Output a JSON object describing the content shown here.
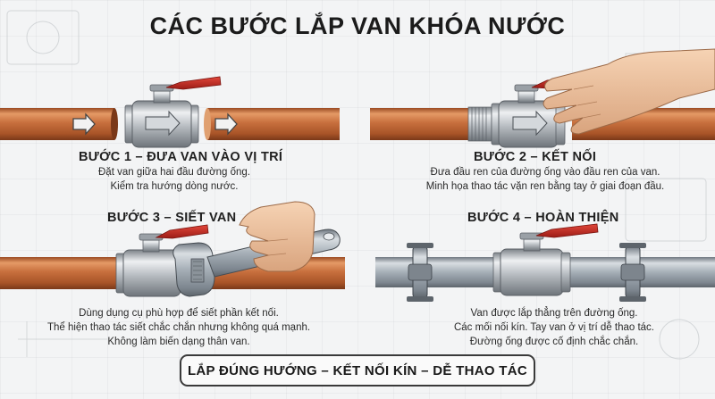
{
  "title": "CÁC BƯỚC LẮP VAN KHÓA NƯỚC",
  "steps": [
    {
      "title": "BƯỚC 1 – ĐƯA VAN VÀO VỊ TRÍ",
      "lines": [
        "Đặt van giữa hai đầu đường ống.",
        "Kiểm tra hướng dòng nước."
      ]
    },
    {
      "title": "BƯỚC 2 – KẾT NỐI",
      "lines": [
        "Đưa đầu ren của đường ống vào đầu ren của van.",
        "Minh họa thao tác vặn ren bằng tay ở giai đoạn đầu."
      ]
    },
    {
      "title": "BƯỚC 3 – SIẾT VAN",
      "lines": [
        "Dùng dụng cụ phù hợp để siết phần kết nối.",
        "Thể hiện thao tác siết chắc chắn nhưng không quá mạnh.",
        "Không làm biến dạng thân van."
      ]
    },
    {
      "title": "BƯỚC 4 – HOÀN THIỆN",
      "lines": [
        "Van được lắp thẳng trên đường ống.",
        "Các mối nối kín. Tay van ở vị trí dễ thao tác.",
        "Đường ống được cố định chắc chắn."
      ]
    }
  ],
  "footer": "LẮP ĐÚNG HƯỚNG – KẾT NỐI KÍN – DỄ THAO TÁC",
  "colors": {
    "copper": "#c8703e",
    "steel_pipe": "#9aa4ad",
    "valve_body": "#b9bdc1",
    "handle": "#c62b22",
    "skin": "#f1c6a2"
  },
  "icons": [
    "flow-arrow-icon",
    "ball-valve-icon",
    "hand-icon",
    "wrench-icon",
    "pipe-clamp-icon"
  ]
}
